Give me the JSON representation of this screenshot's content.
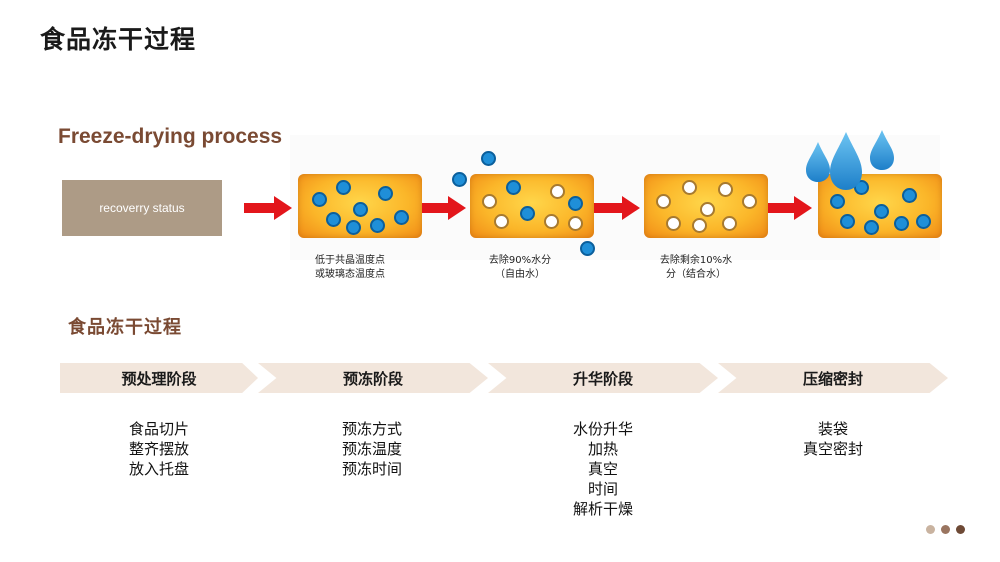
{
  "page": {
    "title": "食品冻干过程"
  },
  "figure": {
    "title": "Freeze-drying process",
    "status_label": "recoverry  status",
    "captions": [
      {
        "line1": "低于共晶温度点",
        "line2": "或玻璃态温度点"
      },
      {
        "line1": "去除90%水分",
        "line2": "（自由水）"
      },
      {
        "line1": "去除剩余10%水",
        "line2": "分（结合水）"
      }
    ],
    "colors": {
      "water_dot": "#1f8fd8",
      "void_dot": "#ffffff",
      "slab": "#fbb629",
      "arrow": "#e3161b"
    }
  },
  "process": {
    "title": "食品冻干过程",
    "stages": [
      {
        "label": "预处理阶段",
        "items": [
          "食品切片",
          "整齐摆放",
          "放入托盘"
        ]
      },
      {
        "label": "预冻阶段",
        "items": [
          "预冻方式",
          "预冻温度",
          "预冻时间"
        ]
      },
      {
        "label": "升华阶段",
        "items": [
          "水份升华",
          "加热",
          "真空",
          "时间",
          "解析干燥"
        ]
      },
      {
        "label": "压缩密封",
        "items": [
          "装袋",
          "真空密封"
        ]
      }
    ]
  },
  "pager": {
    "colors": [
      "#c9b3a0",
      "#9a7560",
      "#6e4a36"
    ]
  }
}
